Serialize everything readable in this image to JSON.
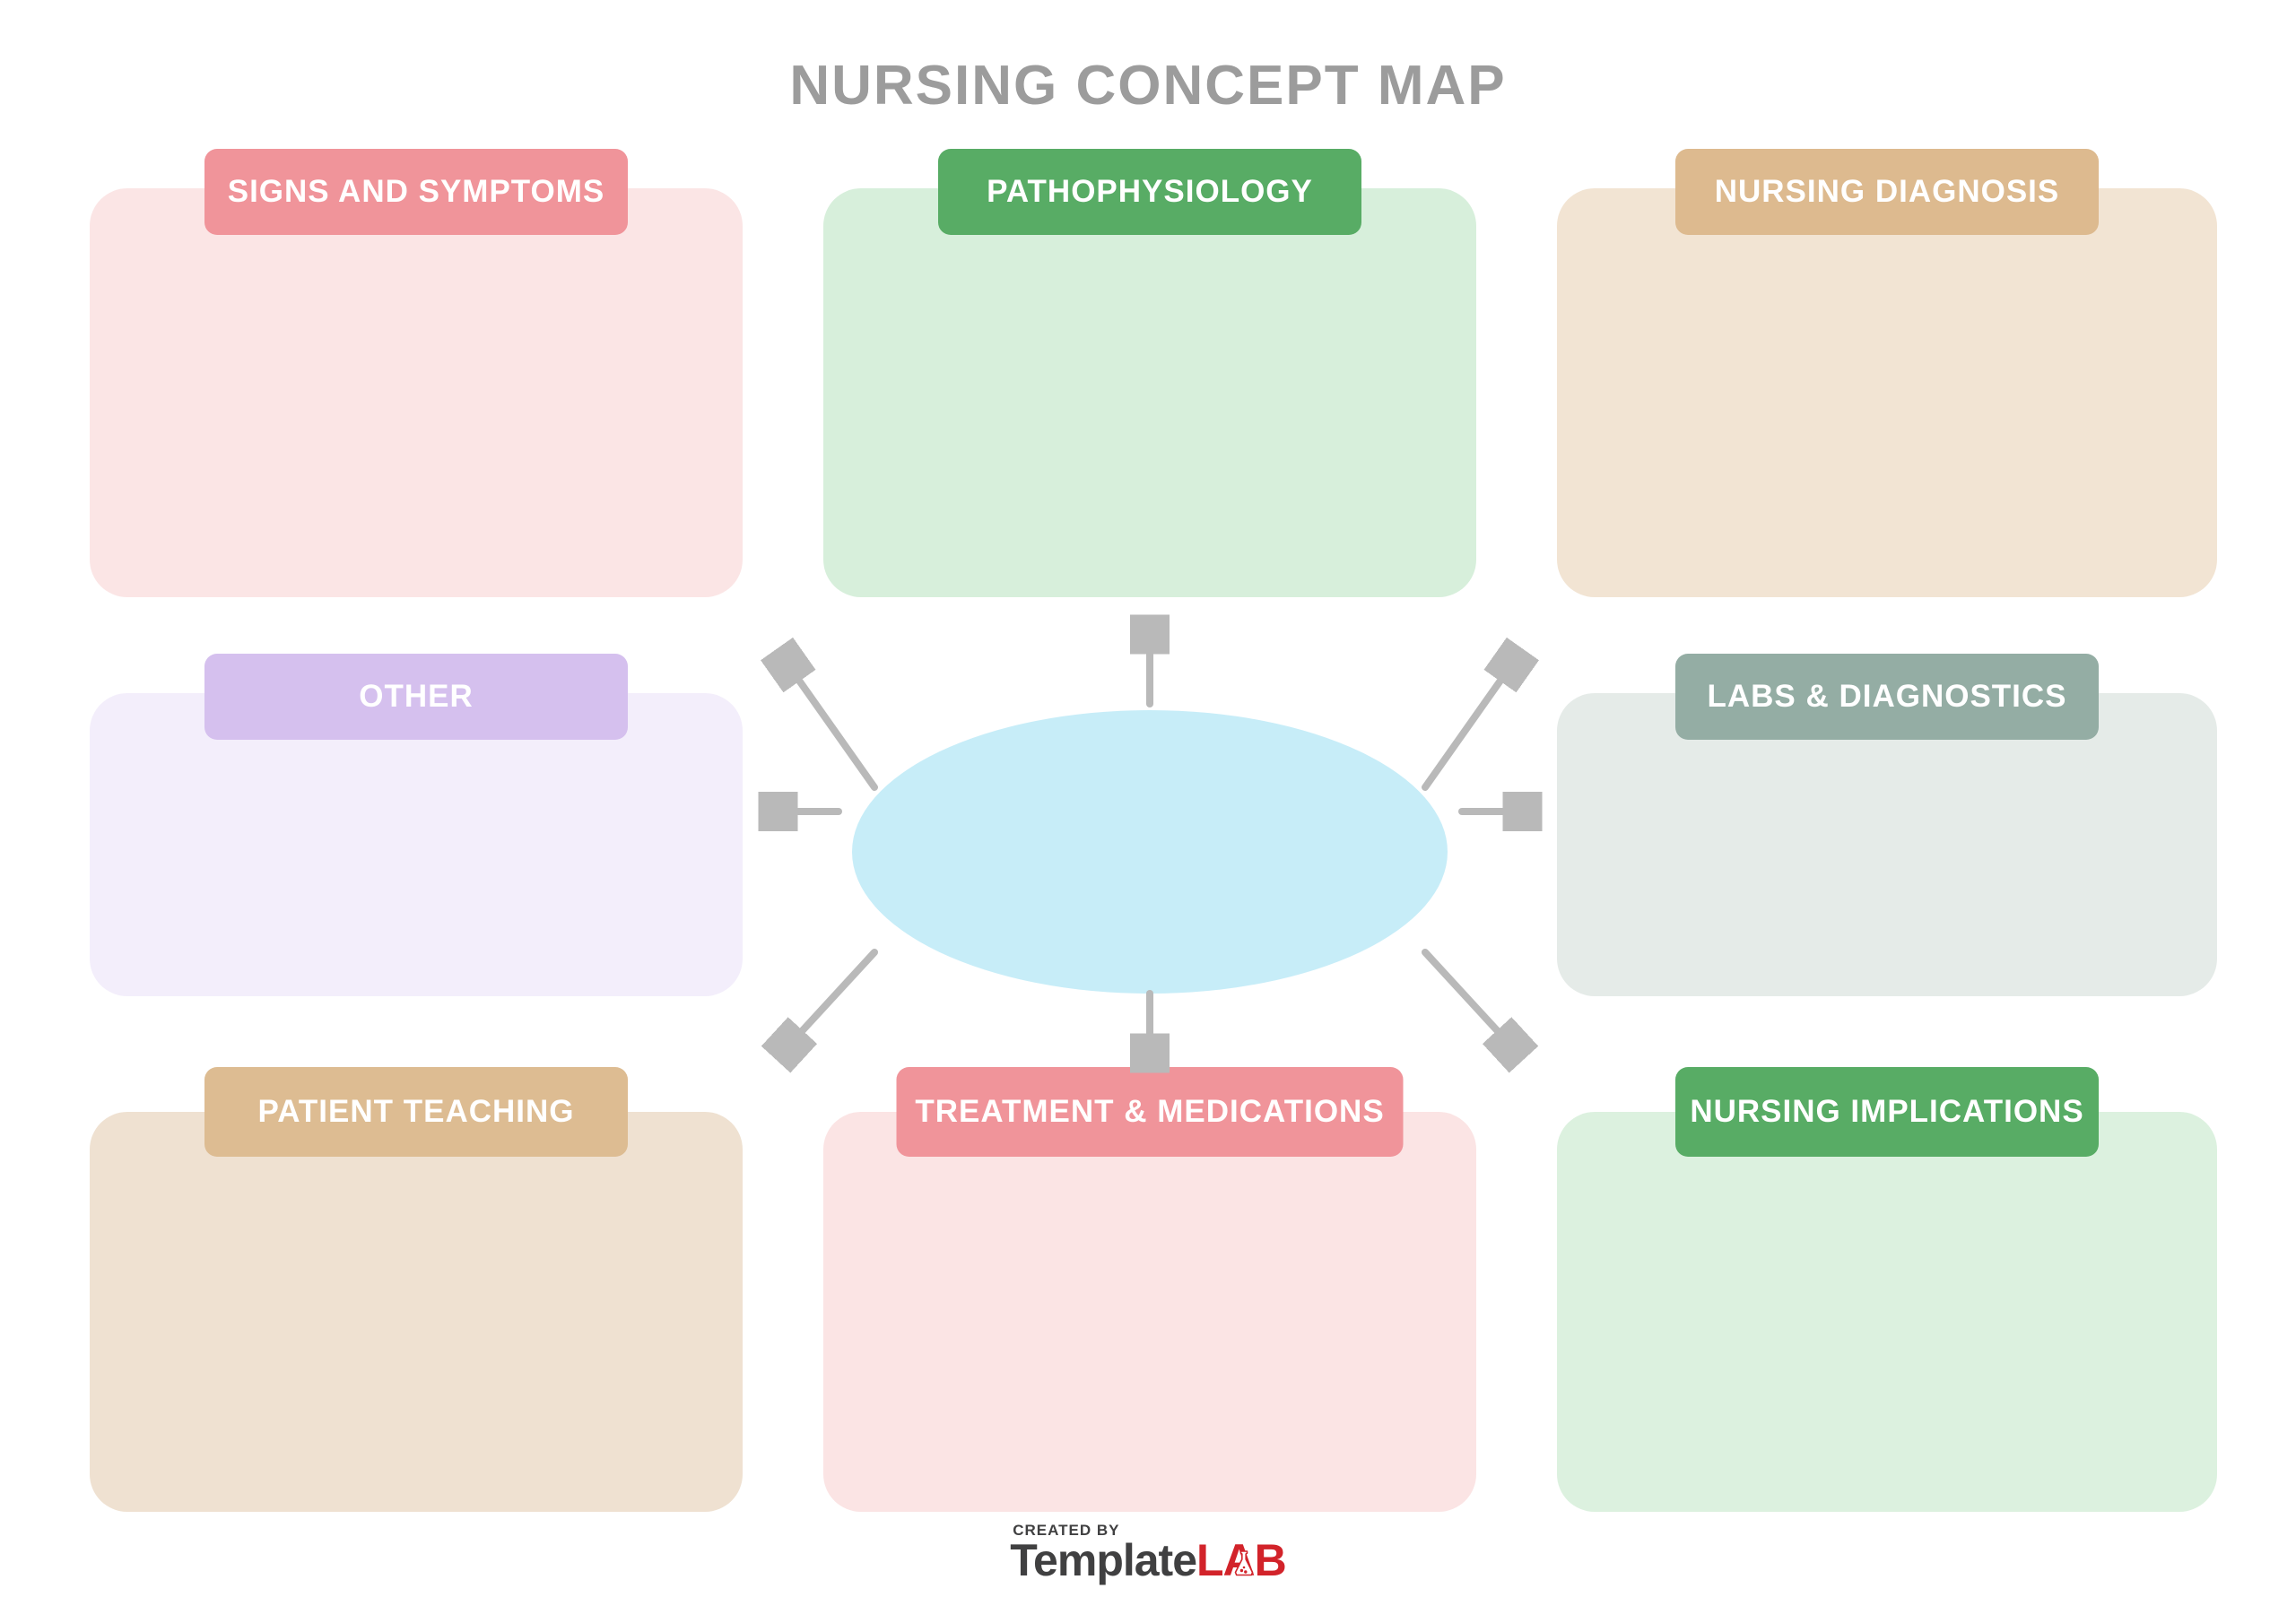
{
  "title": {
    "text": "NURSING CONCEPT MAP",
    "color": "#9C9C9C"
  },
  "boxes": [
    {
      "label": "SIGNS AND SYMPTOMS",
      "header_color": "#F0949A",
      "body_color": "#FBE5E5",
      "position": "top-left"
    },
    {
      "label": "PATHOPHYSIOLOGY",
      "header_color": "#58AC65",
      "body_color": "#D7EFDB",
      "position": "top-center"
    },
    {
      "label": "NURSING DIAGNOSIS",
      "header_color": "#DDBA8F",
      "body_color": "#F2E4D3",
      "position": "top-right"
    },
    {
      "label": "OTHER",
      "header_color": "#D5C0EE",
      "body_color": "#F3EEFB",
      "position": "middle-left"
    },
    {
      "label": "LABS & DIAGNOSTICS",
      "header_color": "#94ADA4",
      "body_color": "#E5EBE8",
      "position": "middle-right"
    },
    {
      "label": "PATIENT TEACHING",
      "header_color": "#DDBC92",
      "body_color": "#EFE1D1",
      "position": "bottom-left"
    },
    {
      "label": "TREATMENT & MEDICATIONS",
      "header_color": "#F0949A",
      "body_color": "#FBE4E4",
      "position": "bottom-center"
    },
    {
      "label": "NURSING IMPLICATIONS",
      "header_color": "#58AC65",
      "body_color": "#DCF1DF",
      "position": "bottom-right"
    }
  ],
  "center_ellipse": {
    "fill": "#C7EDF8",
    "text": ""
  },
  "arrows": {
    "color": "#B9B9B9",
    "count": 8,
    "directions": [
      "up",
      "up-left",
      "up-right",
      "left",
      "right",
      "down-left",
      "down",
      "down-right"
    ]
  },
  "footer": {
    "created_by": "CREATED BY",
    "brand_primary": "Template",
    "brand_accent": "LAB",
    "brand_primary_color": "#404041",
    "brand_accent_color": "#D2232A"
  }
}
